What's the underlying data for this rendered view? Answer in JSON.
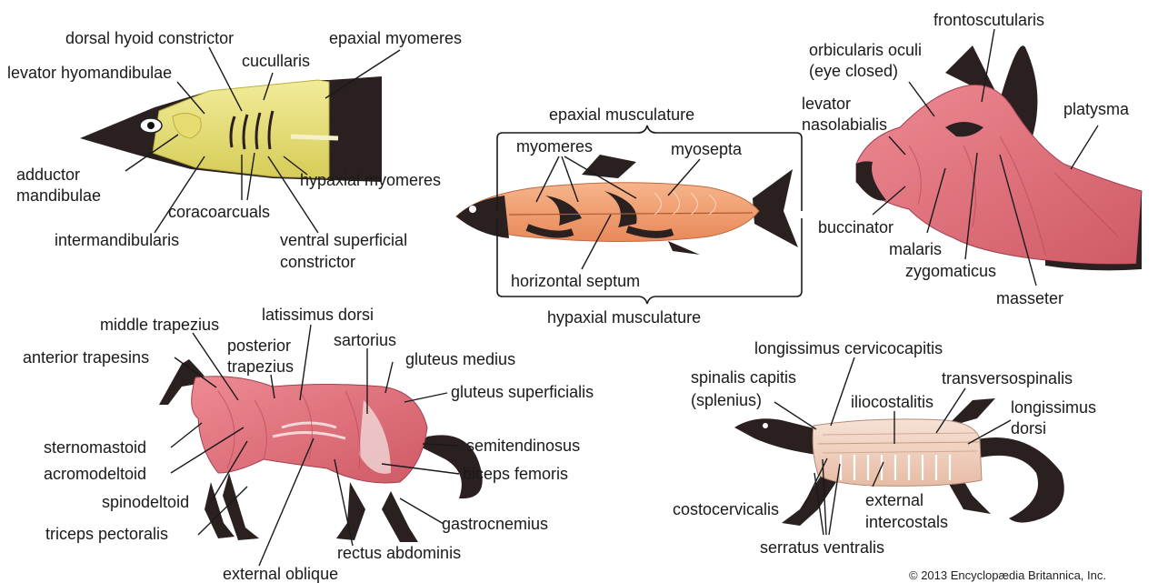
{
  "shark": {
    "labels": {
      "dorsal_hyoid_constrictor": "dorsal hyoid constrictor",
      "epaxial_myomeres": "epaxial myomeres",
      "levator_hyomandibulae": "levator hyomandibulae",
      "cucullaris": "cucullaris",
      "adductor_mandibulae_1": "adductor",
      "adductor_mandibulae_2": "mandibulae",
      "hypaxial_myomeres": "hypaxial myomeres",
      "coracoarcuals": "coracoarcuals",
      "intermandibularis": "intermandibularis",
      "ventral_superficial_constrictor_1": "ventral superficial",
      "ventral_superficial_constrictor_2": "constrictor"
    }
  },
  "fish": {
    "labels": {
      "epaxial_musculature": "epaxial musculature",
      "myomeres": "myomeres",
      "myosepta": "myosepta",
      "horizontal_septum": "horizontal septum",
      "hypaxial_musculature": "hypaxial musculature"
    }
  },
  "dog": {
    "labels": {
      "frontoscutularis": "frontoscutularis",
      "orbicularis_oculi_1": "orbicularis oculi",
      "orbicularis_oculi_2": "(eye closed)",
      "levator_nasolabialis_1": "levator",
      "levator_nasolabialis_2": "nasolabialis",
      "platysma": "platysma",
      "buccinator": "buccinator",
      "malaris": "malaris",
      "zygomaticus": "zygomaticus",
      "masseter": "masseter"
    }
  },
  "cat": {
    "labels": {
      "latissimus_dorsi": "latissimus dorsi",
      "middle_trapezius": "middle trapezius",
      "posterior_trapezius_1": "posterior",
      "posterior_trapezius_2": "trapezius",
      "sartorius": "sartorius",
      "anterior_trapesins": "anterior trapesins",
      "gluteus_medius": "gluteus medius",
      "gluteus_superficialis": "gluteus superficialis",
      "sternomastoid": "sternomastoid",
      "semitendinosus": "semitendinosus",
      "acromodeltoid": "acromodeltoid",
      "biceps_femoris": "biceps femoris",
      "spinodeltoid": "spinodeltoid",
      "gastrocnemius": "gastrocnemius",
      "triceps_pectoralis": "triceps pectoralis",
      "rectus_abdominis": "rectus abdominis",
      "external_oblique": "external oblique"
    }
  },
  "lizard": {
    "labels": {
      "longissimus_cervicocapitis": "longissimus cervicocapitis",
      "spinalis_capitis_1": "spinalis capitis",
      "spinalis_capitis_2": "(splenius)",
      "transversospinalis": "transversospinalis",
      "iliocostalitis": "iliocostalitis",
      "longissimus_dorsi_1": "longissimus",
      "longissimus_dorsi_2": "dorsi",
      "costocervicalis": "costocervicalis",
      "external_intercostals_1": "external",
      "external_intercostals_2": "intercostals",
      "serratus_ventralis": "serratus ventralis"
    }
  },
  "copyright": "© 2013 Encyclopædia Britannica, Inc.",
  "colors": {
    "shark_muscle": "#e8e07a",
    "fish_muscle": "#f0a070",
    "mammal_muscle": "#e0707a",
    "lizard_muscle": "#f0d2c0",
    "dark_skin": "#2a2020"
  }
}
